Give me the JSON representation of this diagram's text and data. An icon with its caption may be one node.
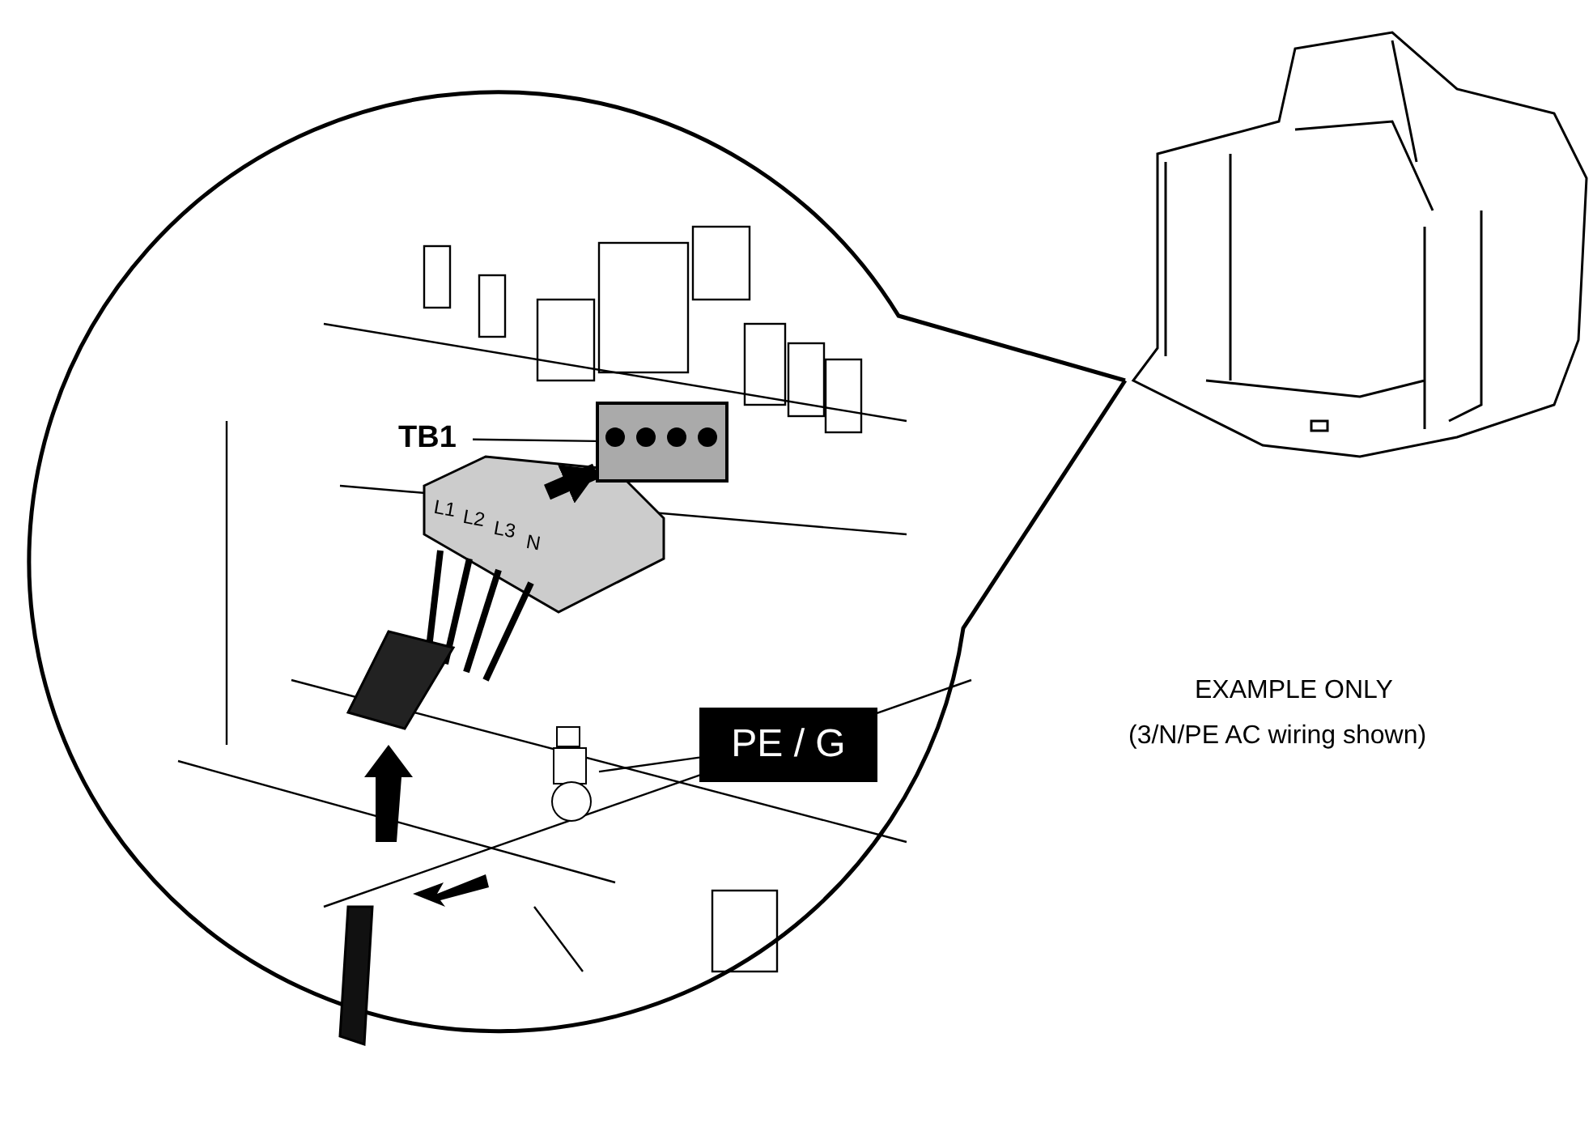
{
  "diagram": {
    "nodes": [
      {
        "text": [
          "TB1"
        ]
      },
      {
        "text": [],
        "shape": "picture"
      },
      {
        "text": [
          "PE / G"
        ]
      },
      {
        "text": [],
        "shape": "picture"
      }
    ],
    "edges": [
      {
        "from": 0,
        "to": 1,
        "arrow": "none"
      },
      {
        "from": 2,
        "to": 3,
        "arrow": "none"
      },
      {
        "from": null,
        "to": 1,
        "arrow": "to",
        "style": "thick"
      }
    ],
    "labels": [
      "L1",
      "L2",
      "L3",
      "N",
      "EXAMPLE ONLY",
      "(3/N/PE AC wiring shown)"
    ]
  }
}
